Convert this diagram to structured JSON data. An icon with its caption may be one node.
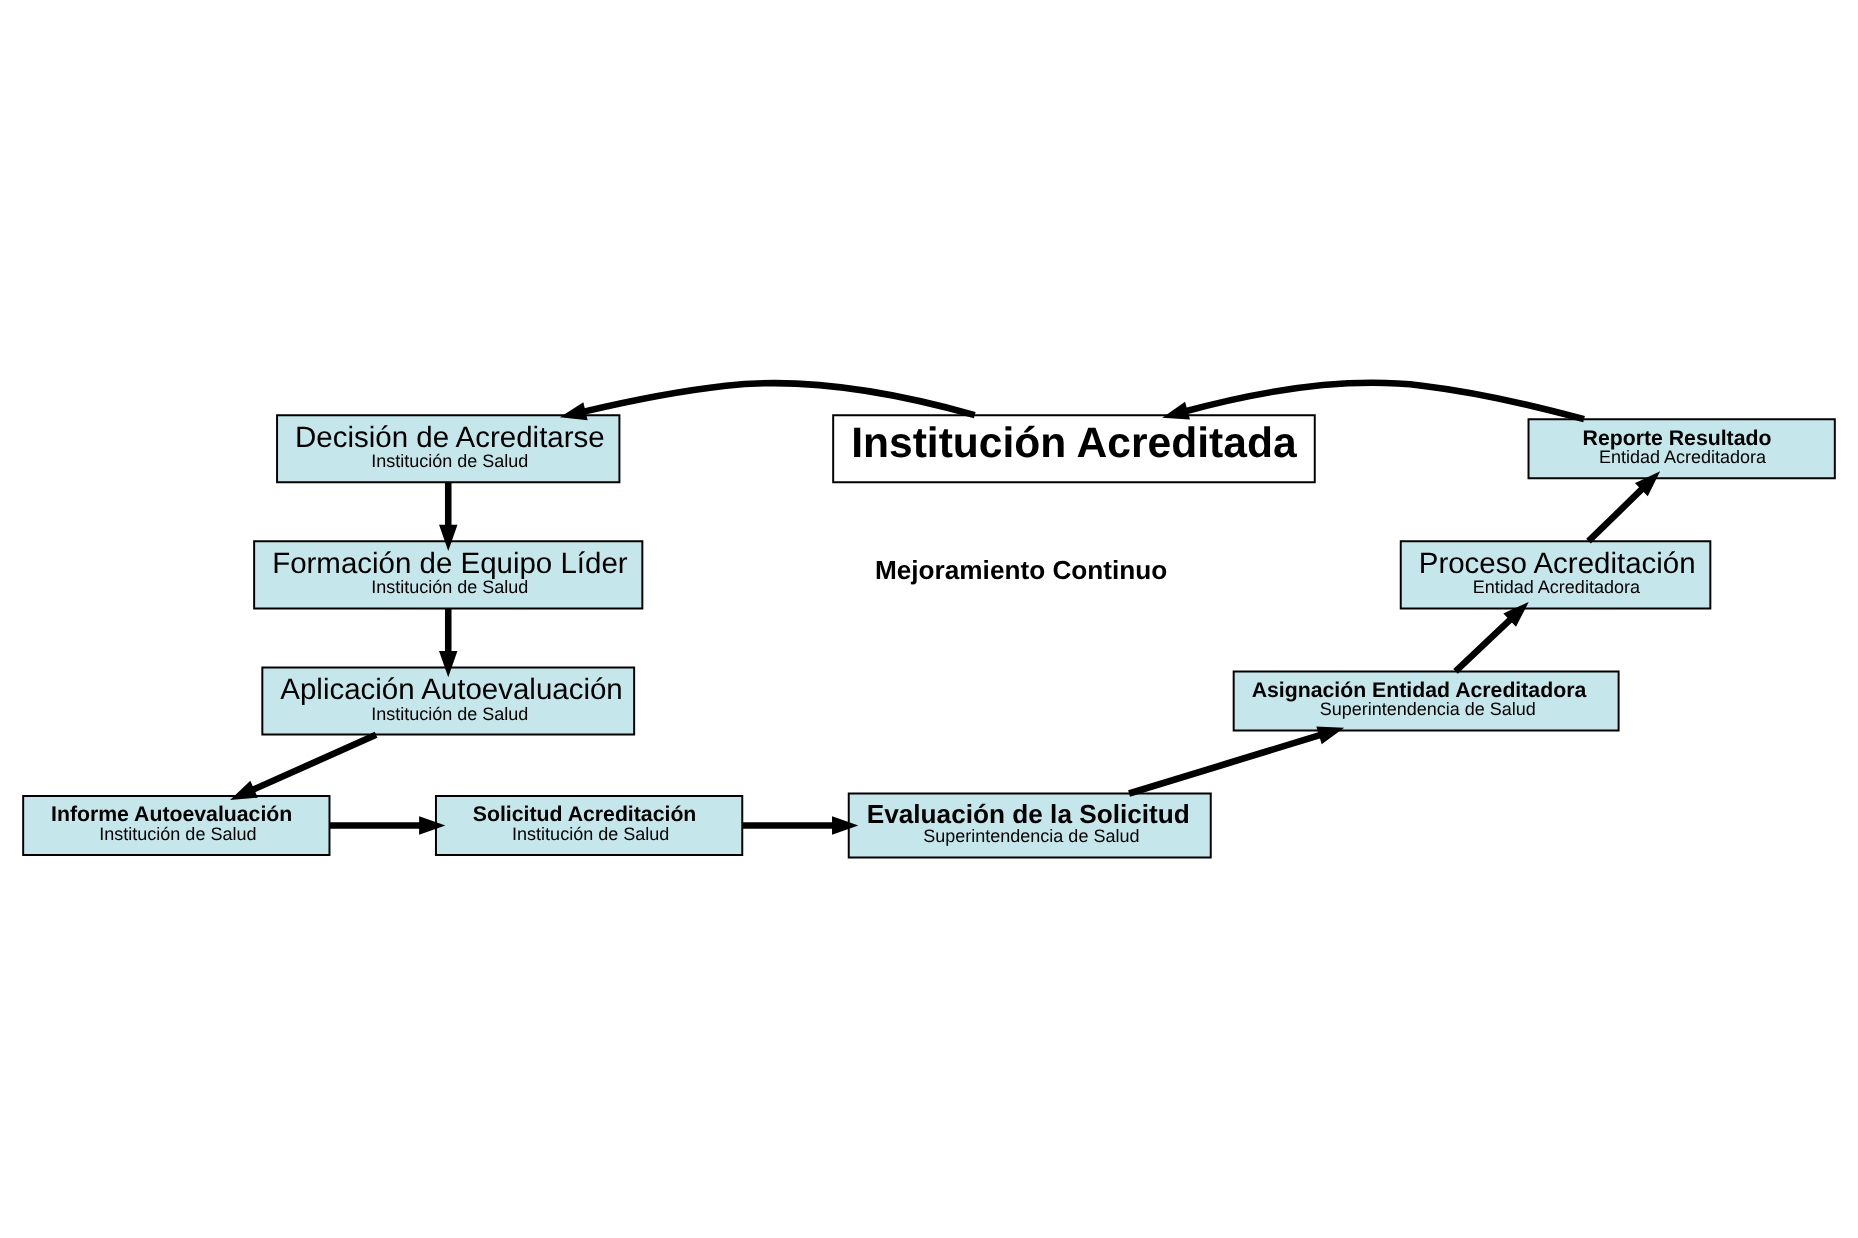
{
  "diagram": {
    "nodes": [
      {
        "text": [
          "Decisión de Acreditarse",
          "Institución de Salud"
        ]
      },
      {
        "text": [
          "Formación de Equipo Líder",
          "Institución de Salud"
        ]
      },
      {
        "text": [
          "Aplicación Autoevaluación",
          "Institución de Salud"
        ]
      },
      {
        "text": [
          "Informe Autoevaluación",
          "Institución de Salud"
        ]
      },
      {
        "text": [
          "Solicitud Acreditación",
          "Institución de Salud"
        ]
      },
      {
        "text": [
          "Evaluación de la Solicitud",
          "Superintendencia de Salud"
        ]
      },
      {
        "text": [
          "Asignación Entidad Acreditadora",
          "Superintendencia de Salud"
        ]
      },
      {
        "text": [
          "Proceso Acreditación",
          "Entidad Acreditadora"
        ]
      },
      {
        "text": [
          "Reporte Resultado",
          "Entidad Acreditadora"
        ]
      },
      {
        "text": [
          "Institución Acreditada"
        ]
      }
    ],
    "edges": [
      {
        "from": 0,
        "to": 1,
        "arrow": "to"
      },
      {
        "from": 1,
        "to": 2,
        "arrow": "to"
      },
      {
        "from": 2,
        "to": 3,
        "arrow": "to"
      },
      {
        "from": 3,
        "to": 4,
        "arrow": "to"
      },
      {
        "from": 4,
        "to": 5,
        "arrow": "to"
      },
      {
        "from": 5,
        "to": 6,
        "arrow": "to"
      },
      {
        "from": 6,
        "to": 7,
        "arrow": "to"
      },
      {
        "from": 7,
        "to": 8,
        "arrow": "to"
      },
      {
        "from": 8,
        "to": 9,
        "arrow": "to"
      },
      {
        "from": 9,
        "to": 0,
        "arrow": "to"
      }
    ],
    "labels": [
      "Mejoramiento Continuo"
    ]
  }
}
